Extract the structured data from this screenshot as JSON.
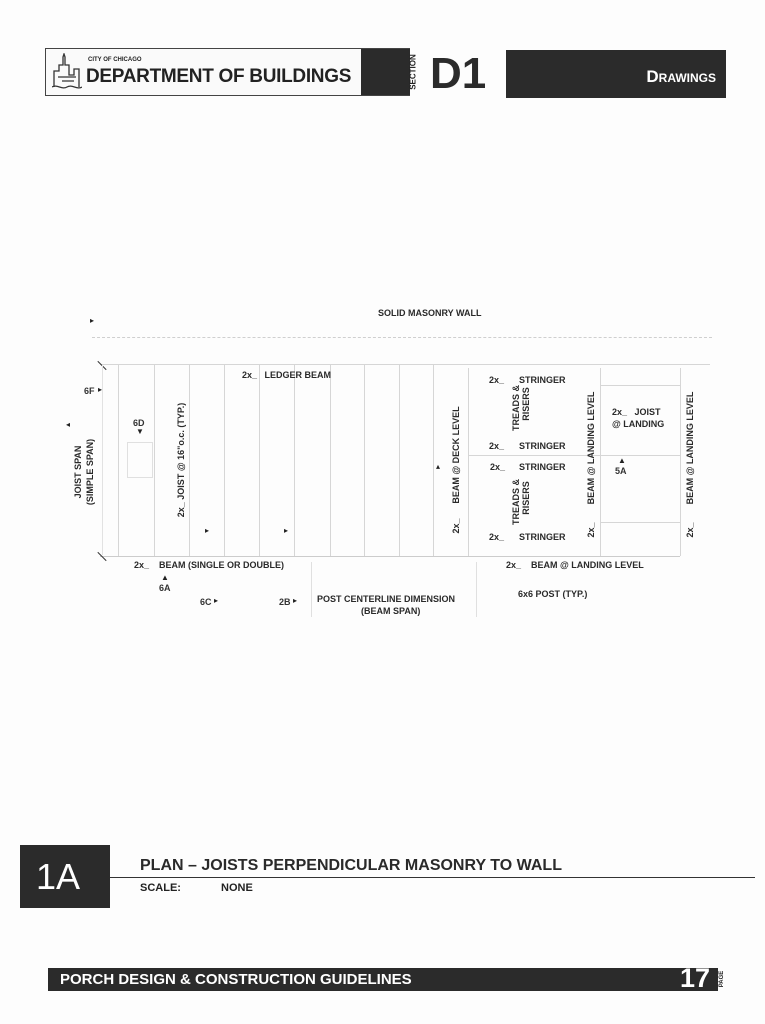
{
  "header": {
    "city": "CITY OF CHICAGO",
    "department": "DEPARTMENT OF BUILDINGS",
    "section_label": "SECTION",
    "section_code": "D1",
    "section_title": "Drawings"
  },
  "drawing": {
    "wall_label": "SOLID MASONRY WALL",
    "ledger": "2x_   LEDGER BEAM",
    "joist_span": "JOIST SPAN",
    "simple_span": "(SIMPLE SPAN)",
    "joist_typ": "2x_   JOIST @ 16\"o.c. (TYP.)",
    "beam_deck": "BEAM @ DECK LEVEL",
    "two_x": "2x_",
    "stringer": "STRINGER",
    "treads": "TREADS &",
    "risers": "RISERS",
    "beam_landing": "BEAM @ LANDING LEVEL",
    "joist_landing_1": "2x_   JOIST",
    "joist_landing_2": "@ LANDING",
    "beam_single": "2x_    BEAM (SINGLE OR DOUBLE)",
    "beam_landing_h": "2x_    BEAM @ LANDING LEVEL",
    "post_centerline": "POST CENTERLINE DIMENSION",
    "beam_span": "(BEAM SPAN)",
    "post_typ": "6x6 POST (TYP.)",
    "tags": {
      "t6f": "6F",
      "t6d": "6D",
      "t6a": "6A",
      "t6c": "6C",
      "t2b": "2B",
      "t5a": "5A"
    }
  },
  "caption": {
    "number": "1A",
    "title": "PLAN – JOISTS PERPENDICULAR MASONRY TO WALL",
    "scale_label": "SCALE:",
    "scale_value": "NONE"
  },
  "footer": {
    "title": "PORCH DESIGN & CONSTRUCTION GUIDELINES",
    "page": "17",
    "page_label": "PAGE"
  }
}
